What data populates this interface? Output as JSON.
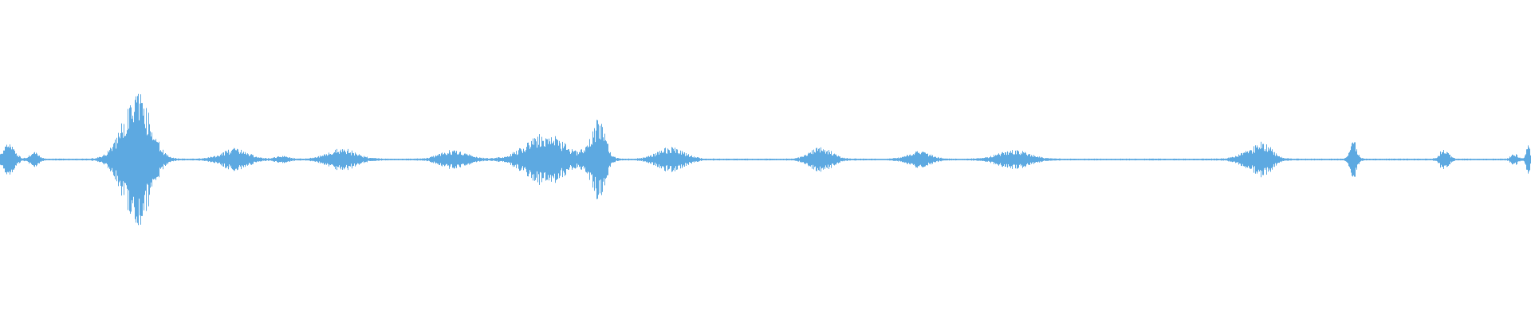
{
  "waveform": {
    "color": "#5DA9E1",
    "baseline_amplitude": 0.006,
    "max_amplitude_reference": 1.0,
    "events": [
      {
        "t": 0.004,
        "amp": 0.09,
        "width": 0.004
      },
      {
        "t": 0.008,
        "amp": 0.06,
        "width": 0.004
      },
      {
        "t": 0.022,
        "amp": 0.045,
        "width": 0.004
      },
      {
        "t": 0.086,
        "amp": 0.3,
        "width": 0.012
      },
      {
        "t": 0.094,
        "amp": 0.2,
        "width": 0.01
      },
      {
        "t": 0.153,
        "amp": 0.07,
        "width": 0.012
      },
      {
        "t": 0.184,
        "amp": 0.02,
        "width": 0.006
      },
      {
        "t": 0.223,
        "amp": 0.07,
        "width": 0.013
      },
      {
        "t": 0.296,
        "amp": 0.06,
        "width": 0.012
      },
      {
        "t": 0.356,
        "amp": 0.17,
        "width": 0.018
      },
      {
        "t": 0.383,
        "amp": 0.06,
        "width": 0.004
      },
      {
        "t": 0.391,
        "amp": 0.27,
        "width": 0.006
      },
      {
        "t": 0.438,
        "amp": 0.08,
        "width": 0.012
      },
      {
        "t": 0.536,
        "amp": 0.08,
        "width": 0.01
      },
      {
        "t": 0.6,
        "amp": 0.05,
        "width": 0.01
      },
      {
        "t": 0.662,
        "amp": 0.06,
        "width": 0.014
      },
      {
        "t": 0.82,
        "amp": 0.07,
        "width": 0.012
      },
      {
        "t": 0.826,
        "amp": 0.06,
        "width": 0.006
      },
      {
        "t": 0.884,
        "amp": 0.13,
        "width": 0.003
      },
      {
        "t": 0.943,
        "amp": 0.07,
        "width": 0.004
      },
      {
        "t": 0.989,
        "amp": 0.04,
        "width": 0.003
      },
      {
        "t": 0.998,
        "amp": 0.09,
        "width": 0.002
      }
    ]
  }
}
